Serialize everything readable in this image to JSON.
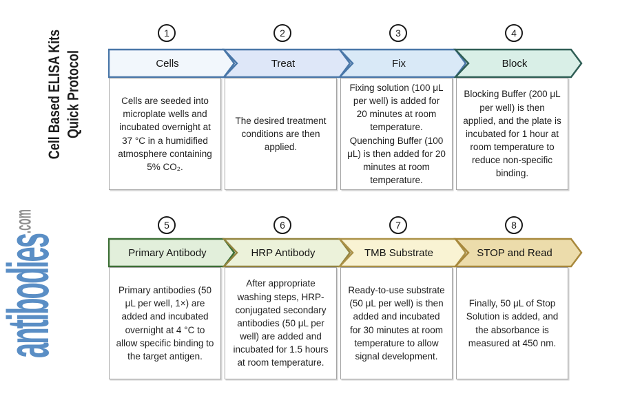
{
  "branding": {
    "title_line1": "Cell Based ELISA Kits",
    "title_line2": "Quick Protocol",
    "logo_main": "antibodies",
    "logo_suffix": ".com",
    "logo_color": "#5a8ec5",
    "logo_suffix_color": "#8f8f8f",
    "title_color": "#1c1c1c"
  },
  "protocol": {
    "steps": [
      {
        "number": "1",
        "label": "Cells",
        "description": "Cells are seeded into microplate wells and incubated overnight at 37 °C in a humidified atmosphere containing 5% CO₂.",
        "arrow_fill": "#f2f7fc",
        "arrow_stroke": "#4a77a8"
      },
      {
        "number": "2",
        "label": "Treat",
        "description": "The desired treatment conditions are then applied.",
        "arrow_fill": "#dee7f8",
        "arrow_stroke": "#4a77a8"
      },
      {
        "number": "3",
        "label": "Fix",
        "description": "Fixing solution (100 μL per well) is added for 20 minutes at room temperature. Quenching Buffer (100 μL) is then added for 20 minutes at room temperature.",
        "arrow_fill": "#d9e9f7",
        "arrow_stroke": "#4a77a8"
      },
      {
        "number": "4",
        "label": "Block",
        "description": "Blocking Buffer (200 μL per well) is then applied, and the plate is incubated for 1 hour at room temperature to reduce non-specific binding.",
        "arrow_fill": "#d9efe7",
        "arrow_stroke": "#2f5e55"
      },
      {
        "number": "5",
        "label": "Primary Antibody",
        "description": "Primary antibodies (50 μL per well, 1×) are added and incubated overnight at 4 °C to allow specific binding to the target antigen.",
        "arrow_fill": "#e2efdb",
        "arrow_stroke": "#3d6f36"
      },
      {
        "number": "6",
        "label": "HRP Antibody",
        "description": "After appropriate washing steps, HRP-conjugated secondary antibodies (50 μL per well) are added and incubated for 1.5 hours at room temperature.",
        "arrow_fill": "#ecf2da",
        "arrow_stroke": "#948540"
      },
      {
        "number": "7",
        "label": "TMB Substrate",
        "description": "Ready-to-use substrate (50 μL per well) is then added and incubated for 30 minutes at room temperature to allow signal development.",
        "arrow_fill": "#f9f3d3",
        "arrow_stroke": "#ab9147"
      },
      {
        "number": "8",
        "label": "STOP and Read",
        "description": "Finally, 50 μL of Stop Solution is added, and the absorbance is measured at 450 nm.",
        "arrow_fill": "#ecdcab",
        "arrow_stroke": "#a8883c"
      }
    ]
  }
}
